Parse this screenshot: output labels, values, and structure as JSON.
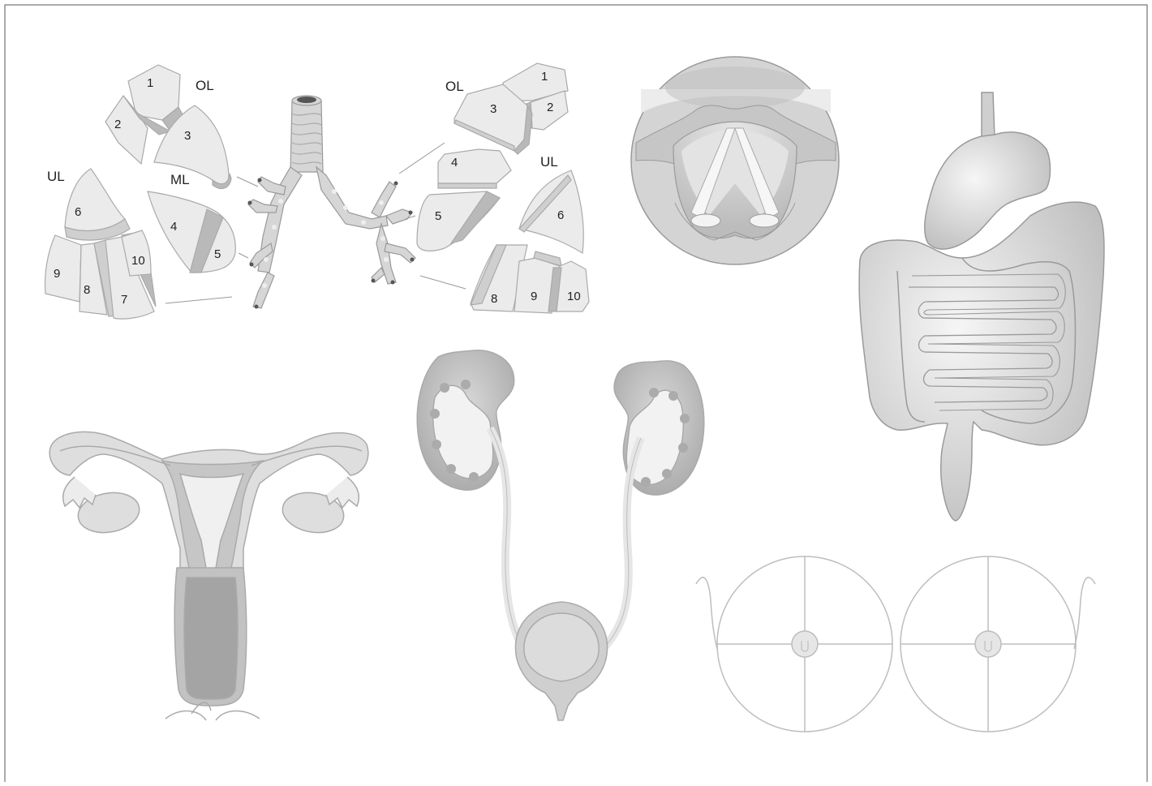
{
  "colors": {
    "outline": "#aaaaaa",
    "fill_light": "#ebebeb",
    "fill_mid": "#cfcfcf",
    "fill_dark": "#9f9f9f",
    "text": "#222222",
    "frame": "#555555"
  },
  "left_lung": {
    "lobes": {
      "upper": "OL",
      "middle": "ML",
      "lower": "UL"
    },
    "segments": {
      "s1": "1",
      "s2": "2",
      "s3": "3",
      "s4": "4",
      "s5": "5",
      "s6": "6",
      "s7": "7",
      "s8": "8",
      "s9": "9",
      "s10": "10"
    }
  },
  "right_lung": {
    "lobes": {
      "upper": "OL",
      "lower": "UL"
    },
    "segments": {
      "s1": "1",
      "s2": "2",
      "s3": "3",
      "s4": "4",
      "s5": "5",
      "s6": "6",
      "s8": "8",
      "s9": "9",
      "s10": "10"
    }
  },
  "organs": [
    "bronchial-tree",
    "larynx",
    "stomach-intestine",
    "uterus",
    "kidneys-bladder",
    "breasts"
  ]
}
